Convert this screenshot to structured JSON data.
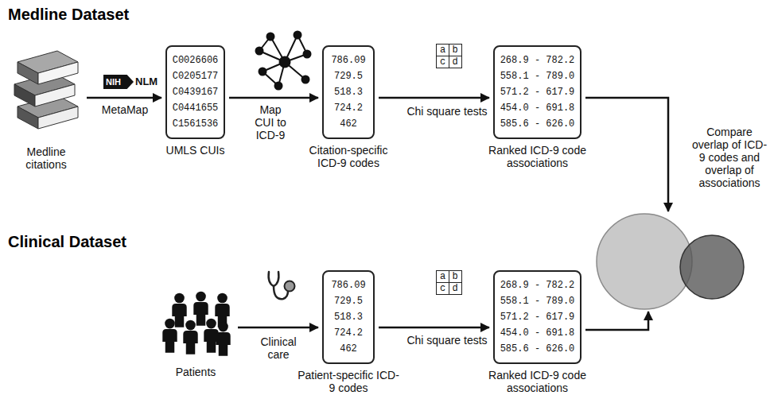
{
  "diagram": {
    "nodes": [
      {
        "text": [
          "Medline citations"
        ]
      },
      {
        "text": [
          "C0026606 C0205177 C0439167 C0441655 C1561536",
          "UMLS CUIs"
        ]
      },
      {
        "text": [
          "786.09 729.5 518.3 724.2 462",
          "Citation-specific ICD-9 codes"
        ]
      },
      {
        "text": [
          "268.9 - 782.2 558.1 - 789.0 571.2 - 617.9 454.0 - 691.8 585.6 - 626.0",
          "Ranked ICD-9 code associations"
        ]
      },
      {
        "text": [
          "Compare overlap of ICD-9 codes and overlap of associations"
        ]
      },
      {
        "text": [
          "Patients"
        ]
      },
      {
        "text": [
          "786.09 729.5 518.3 724.2 462",
          "Patient-specific ICD-9 codes"
        ]
      },
      {
        "text": [
          "268.9 - 782.2 558.1 - 789.0 571.2 - 617.9 454.0 - 691.8 585.6 - 626.0",
          "Ranked ICD-9 code associations"
        ]
      }
    ],
    "edges": [
      {
        "from": 0,
        "to": 1,
        "arrow": "to",
        "label": "MetaMap"
      },
      {
        "from": 1,
        "to": 2,
        "arrow": "to",
        "label": "Map CUI to ICD-9"
      },
      {
        "from": 2,
        "to": 3,
        "arrow": "to",
        "label": "Chi square tests"
      },
      {
        "from": 3,
        "to": 4,
        "arrow": "to"
      },
      {
        "from": 5,
        "to": 6,
        "arrow": "to",
        "label": "Clinical care"
      },
      {
        "from": 6,
        "to": 7,
        "arrow": "to",
        "label": "Chi square tests"
      },
      {
        "from": 7,
        "to": 4,
        "arrow": "to"
      }
    ],
    "labels": [
      "Medline Dataset",
      "Clinical Dataset",
      "NIH",
      "NLM",
      "a",
      "b",
      "c",
      "d",
      "a",
      "b",
      "c",
      "d"
    ]
  }
}
